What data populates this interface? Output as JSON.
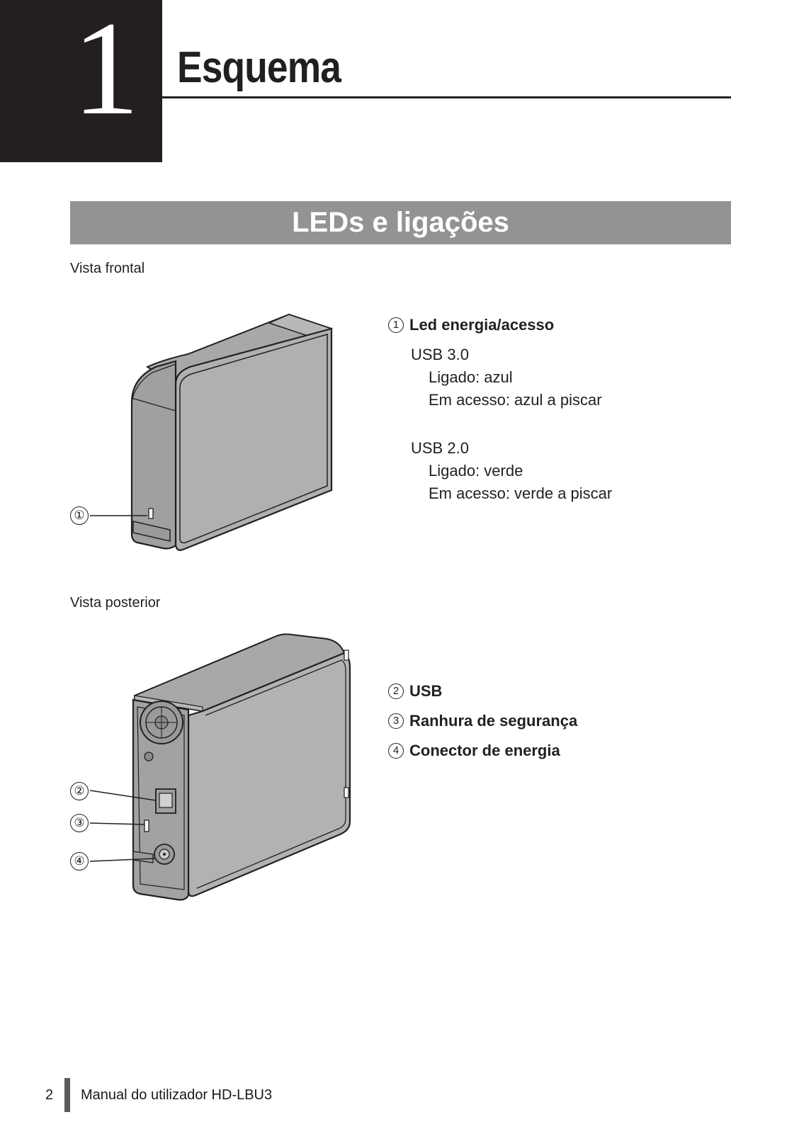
{
  "chapter": {
    "number": "1",
    "title": "Esquema"
  },
  "section": {
    "title": "LEDs e ligações"
  },
  "front_view": {
    "label": "Vista frontal",
    "callouts": [
      "①"
    ],
    "led": {
      "number": "1",
      "title": "Led energia/acesso",
      "usb3": {
        "title": "USB 3.0",
        "on": "Ligado: azul",
        "access": "Em acesso: azul a piscar"
      },
      "usb2": {
        "title": "USB 2.0",
        "on": "Ligado: verde",
        "access": "Em acesso: verde a piscar"
      }
    }
  },
  "rear_view": {
    "label": "Vista posterior",
    "callouts": [
      "②",
      "③",
      "④"
    ],
    "items": [
      {
        "number": "2",
        "label": "USB"
      },
      {
        "number": "3",
        "label": "Ranhura de segurança"
      },
      {
        "number": "4",
        "label": "Conector de energia"
      }
    ]
  },
  "footer": {
    "page": "2",
    "text": "Manual do utilizador HD-LBU3"
  }
}
